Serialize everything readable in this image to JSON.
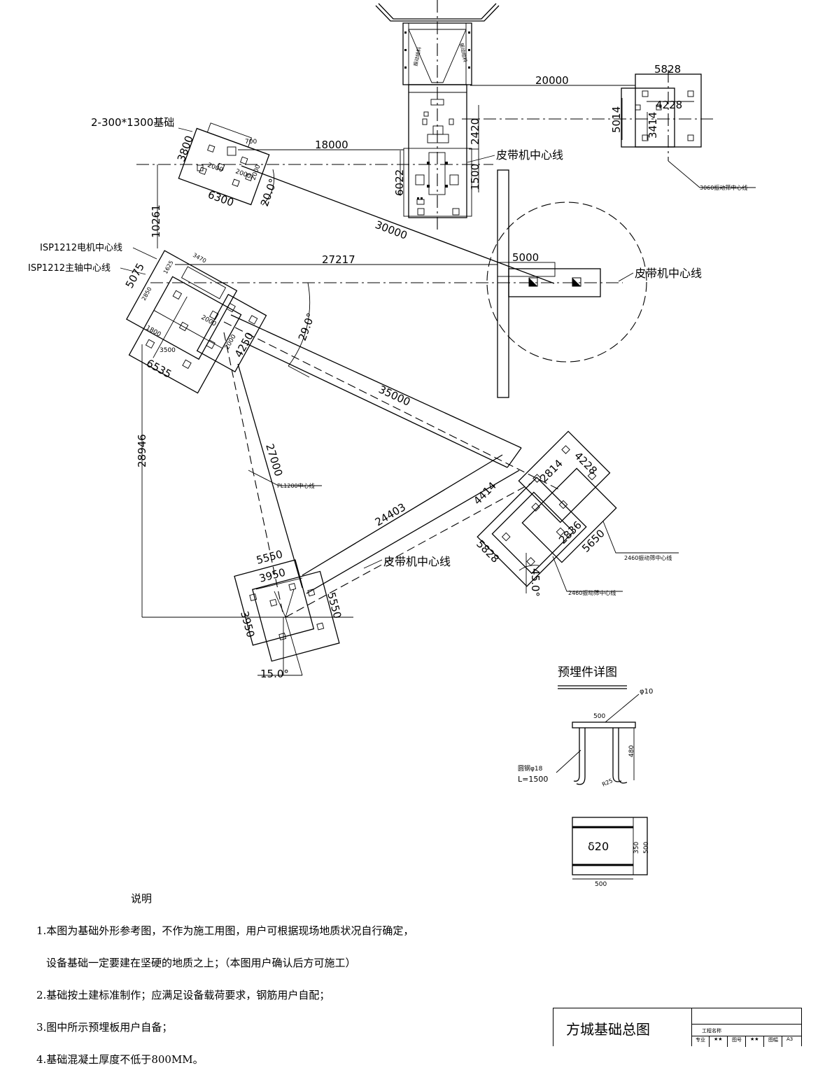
{
  "labels": {
    "d20000": "20000",
    "d5828_top": "5828",
    "d4228_top": "4228",
    "d3414": "3414",
    "d5014": "5014",
    "d2420": "2420",
    "d1500": "1500",
    "d6022": "6022",
    "d18000": "18000",
    "d700": "700",
    "d3800": "3800",
    "d2000a": "2000",
    "d2000b": "2000",
    "d2000c": "2000",
    "d6300": "6300",
    "ang20": "20.0°",
    "d30000": "30000",
    "d10261": "10261",
    "d27217": "27217",
    "d5000": "5000",
    "d3470": "3470",
    "d1625": "1625",
    "d5075": "5075",
    "d2850": "2850",
    "d2000d": "2000",
    "d2000e": "2000",
    "d1800": "1800",
    "d3500": "3500",
    "d6535": "6535",
    "d4250": "4250",
    "ang29": "29.0°",
    "d35000": "35000",
    "d28946": "28946",
    "d27000": "27000",
    "d24403": "24403",
    "d5550_top": "5550",
    "d3950_top": "3950",
    "d5550_right": "5550",
    "d3950_left": "3950",
    "ang15": "15.0°",
    "d4228_r": "4228",
    "d2814": "2814",
    "d4414": "4414",
    "d2836": "2836",
    "d5650": "5650",
    "d5828_r": "5828",
    "ang45": "45.0°",
    "foundation": "2-300*1300基础",
    "centerline1": "皮带机中心线",
    "centerline2": "皮带机中心线",
    "centerline3": "皮带机中心线",
    "motor": "ISP1212电机中心线",
    "shaft": "ISP1212主轴中心线",
    "pl1200": "PL1200中心线",
    "v3060": "3060振动筛中心线",
    "v2460a": "2460振动筛中心线",
    "v2460b": "2460振动筛中心线",
    "hopper_l": "振动给料",
    "hopper_r": "振动给料"
  },
  "detail": {
    "title": "预埋件详图",
    "phi10": "φ10",
    "w500a": "500",
    "h480": "480",
    "bar": "圆钢φ18",
    "len": "L=1500",
    "r25": "R25",
    "d20": "δ20",
    "h350": "350",
    "h500": "500",
    "w500b": "500"
  },
  "notes": {
    "head": "说明",
    "n1": "1.本图为基础外形参考图，不作为施工用图，用户可根据现场地质状况自行确定，",
    "n1b": "设备基础一定要建在坚硬的地质之上；（本图用户确认后方可施工）",
    "n2": "2.基础按土建标准制作；应满足设备载荷要求，钢筋用户自配；",
    "n3": "3.图中所示预埋板用户自备；",
    "n4": "4.基础混凝土厚度不低于800MM。"
  },
  "titleblock": {
    "title": "方城基础总图",
    "small": "工程名称",
    "c1": "专业",
    "c2": "★★",
    "c3": "图号",
    "c4": "★★",
    "c5": "图幅",
    "c6": "A3"
  }
}
